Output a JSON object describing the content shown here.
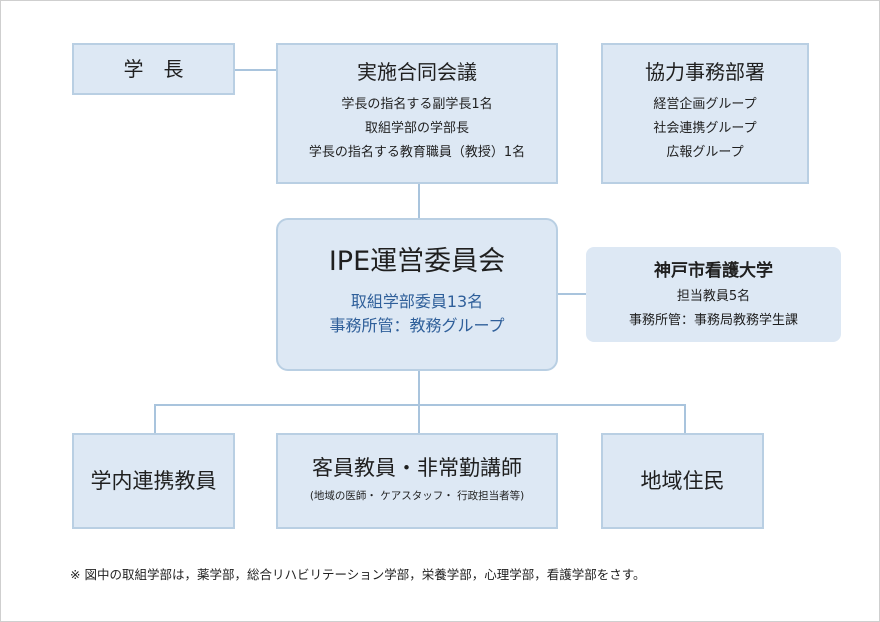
{
  "president": {
    "title": "学　長"
  },
  "joint_council": {
    "title": "実施合同会議",
    "members": [
      "学長の指名する副学長1名",
      "取組学部の学部長",
      "学長の指名する教育職員（教授）1名"
    ]
  },
  "cooperating_depts": {
    "title": "協力事務部署",
    "items": [
      "経営企画グループ",
      "社会連携グループ",
      "広報グループ"
    ]
  },
  "ipe_committee": {
    "title": "IPE運営委員会",
    "lines": [
      "取組学部委員13名",
      "事務所管：教務グループ"
    ]
  },
  "kobe_univ": {
    "title": "神戸市看護大学",
    "lines": [
      "担当教員5名",
      "事務所管：事務局教務学生課"
    ]
  },
  "internal_faculty": {
    "title": "学内連携教員"
  },
  "guest_faculty": {
    "title": "客員教員・非常勤講師",
    "note": "(地域の医師・ ケアスタッフ・ 行政担当者等)"
  },
  "residents": {
    "title": "地域住民"
  },
  "footnote": "※ 図中の取組学部は，薬学部，総合リハビリテーション学部，栄養学部，心理学部，看護学部をさす。"
}
